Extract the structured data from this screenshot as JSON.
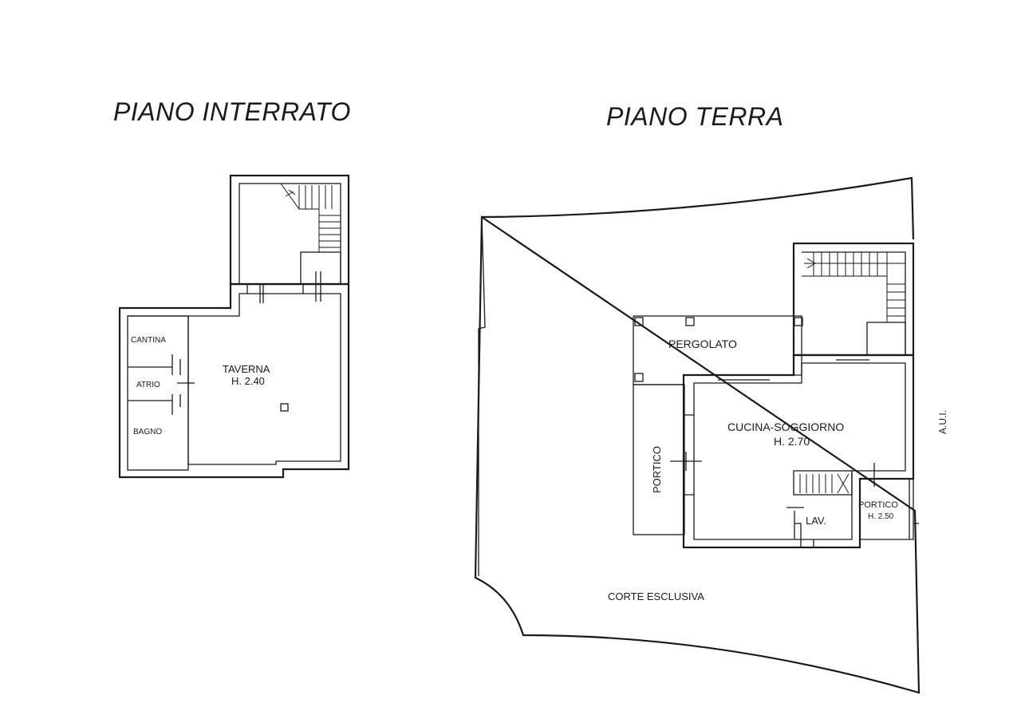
{
  "titles": {
    "basement": "PIANO INTERRATO",
    "ground": "PIANO TERRA"
  },
  "rooms": {
    "cantina": "CANTINA",
    "atrio": "ATRIO",
    "bagno": "BAGNO",
    "taverna": "TAVERNA",
    "taverna_height": "H. 2.40",
    "pergolato": "PERGOLATO",
    "cucina_soggiorno": "CUCINA-SOGGIORNO",
    "cucina_height": "H. 2.70",
    "portico_left": "PORTICO",
    "portico_right": "PORTICO",
    "portico_right_height": "H. 2.50",
    "lav": "LAV.",
    "corte": "CORTE ESCLUSIVA",
    "aui": "A.U.I."
  },
  "colors": {
    "ink": "#1a1a1a",
    "paper": "#ffffff"
  }
}
